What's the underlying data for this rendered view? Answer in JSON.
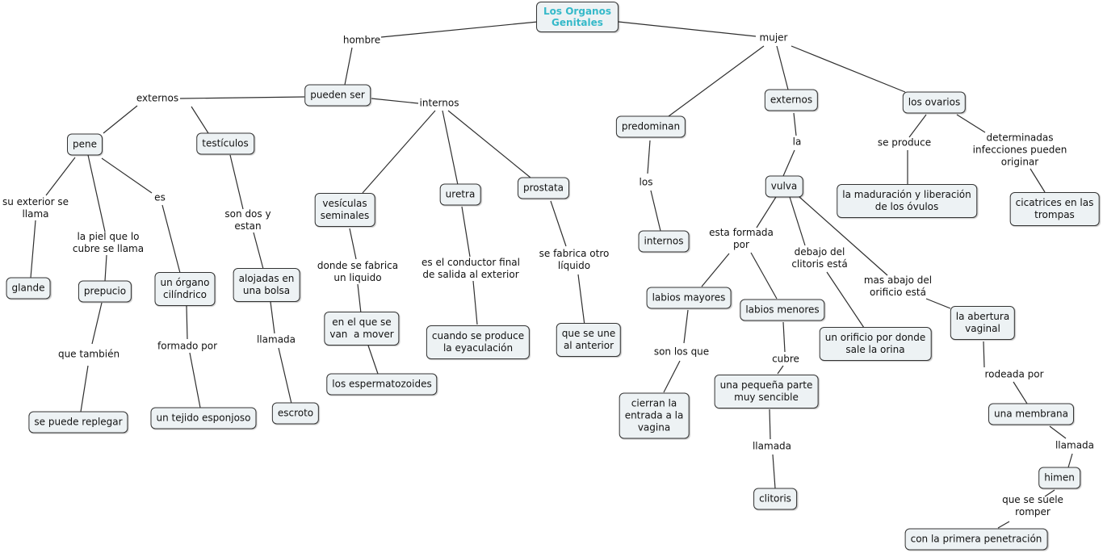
{
  "colors": {
    "background": "#ffffff",
    "root_text": "#35b9c9",
    "concept_fill": "#edf2f4",
    "concept_border": "#333333",
    "line": "#2f2f2f"
  },
  "concept_map": {
    "root": "Los Organos\nGenitales",
    "concepts": {
      "pueden_ser": "pueden ser",
      "pene": "pene",
      "testiculos": "testículos",
      "glande": "glande",
      "prepucio": "prepucio",
      "organo_cilindrico": "un órgano\ncilíndrico",
      "alojadas_bolsa": "alojadas en\nuna bolsa",
      "se_puede_replegar": "se puede replegar",
      "tejido_esponjoso": "un tejido esponjoso",
      "escroto": "escroto",
      "vesiculas_seminales": "vesículas\nseminales",
      "uretra": "uretra",
      "prostata": "prostata",
      "van_a_mover": "en el que se\nvan  a mover",
      "espermatozoides": "los espermatozoides",
      "eyaculacion": "cuando se produce\nla eyaculación",
      "se_une_al_anterior": "que se une\nal anterior",
      "predominan": "predominan",
      "internos_mujer": "internos",
      "externos_mujer": "externos",
      "ovarios": "los ovarios",
      "vulva": "vulva",
      "maduracion": "la maduración y liberación\nde los óvulos",
      "cicatrices": "cicatrices en las\ntrompas",
      "labios_mayores": "labios mayores",
      "labios_menores": "labios menores",
      "orificio_orina": "un orificio por donde\nsale la orina",
      "abertura_vaginal": "la abertura\nvaginal",
      "cierran_entrada": "cierran la\nentrada a la\nvagina",
      "parte_sensible": "una pequeña parte\nmuy sencible",
      "membrana": "una membrana",
      "clitoris": "clitoris",
      "himen": "himen",
      "primera_penetracion": "con la primera penetración"
    },
    "linking_phrases": {
      "hombre": "hombre",
      "mujer": "mujer",
      "externos": "externos",
      "internos": "internos",
      "su_exterior": "su exterior se\nllama",
      "piel_cubre": "la piel que lo\ncubre se llama",
      "es": "es",
      "son_dos": "son dos y\nestan",
      "que_tambien": "que también",
      "formado_por": "formado por",
      "llamada_escroto": "llamada",
      "donde_fabrica": "donde se fabrica\nun liquido",
      "conductor_final": "es el conductor final\nde salida al exterior",
      "fabrica_otro": "se fabrica otro\nlíquido",
      "los": "los",
      "la": "la",
      "se_produce": "se produce",
      "infecciones": "determinadas\ninfecciones pueden\noriginar",
      "esta_formada": "esta formada\npor",
      "debajo_clitoris": "debajo del\nclitoris está",
      "mas_abajo": "mas abajo del\norificio está",
      "son_los_que": "son los que",
      "cubre": "cubre",
      "rodeada_por": "rodeada por",
      "llamada_clitoris": "llamada",
      "llamada_himen": "llamada",
      "suele_romper": "que se suele\nromper"
    }
  }
}
